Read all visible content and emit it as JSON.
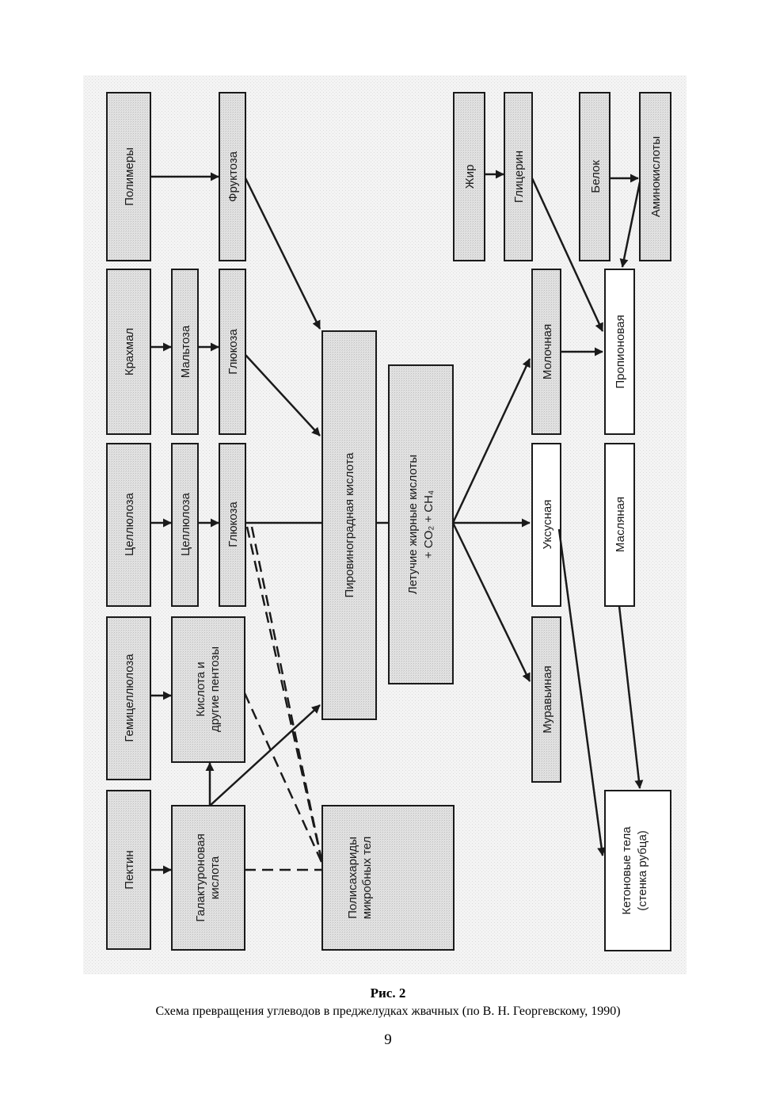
{
  "boxes": {
    "pektin": "Пектин",
    "gemicellyuloza": "Гемицеллюлоза",
    "cellyuloza_1": "Целлюлоза",
    "krakhmal": "Крахмал",
    "polimery": "Полимеры",
    "galakturonovaya_1": "Галактуроновая",
    "galakturonovaya_2": "кислота",
    "kislota_pentozy_1": "Кислота и",
    "kislota_pentozy_2": "другие пентозы",
    "cellyuloza_2": "Целлюлоза",
    "maltoza": "Мальтоза",
    "glyukoza_1": "Глюкоза",
    "glyukoza_2": "Глюкоза",
    "fruktoza": "Фруктоза",
    "piruvat": "Пировиноградная кислота",
    "polisakharidy_1": "Полисахариды",
    "polisakharidy_2": "микробных тел",
    "vzhk_1": "Летучие жирные кислоты",
    "vzhk_2": "+ CO₂ + CH₄",
    "muravinaya": "Муравьиная",
    "uksusnaya": "Уксусная",
    "molochnaya": "Молочная",
    "maslyanaya": "Масляная",
    "propionovaya": "Пропионовая",
    "ketonovye_1": "Кетоновые тела",
    "ketonovye_2": "(стенка рубца)",
    "zhir": "Жир",
    "glicerin": "Глицерин",
    "belok": "Белок",
    "aminokisloty": "Аминокислоты"
  },
  "caption": {
    "title": "Рис. 2",
    "text": "Схема превращения углеводов в преджелудках жвачных (по В. Н. Георгевскому, 1990)"
  },
  "page_number": "9",
  "colors": {
    "box_fill": "#dcdcdc",
    "box_fill_light": "#ffffff",
    "stroke": "#1a1a1a"
  }
}
